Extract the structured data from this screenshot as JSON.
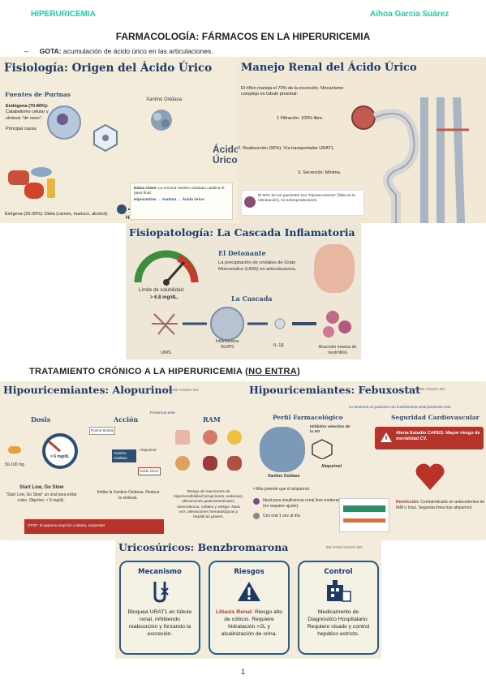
{
  "header": {
    "left": "HIPERURICEMIA",
    "right": "Aihoa Garcia Suárez"
  },
  "title": "FARMACOLOGÍA: FÁRMACOS EN LA HIPERURICEMIA",
  "gota": {
    "dash": "–",
    "term": "GOTA:",
    "text": "acumulación de ácido úrico en las articulaciones."
  },
  "fisiologia": {
    "title": "Fisiología: Origen del Ácido Úrico",
    "fuentes": "Fuentes de Purinas",
    "endogena_label": "Endógena (70-80%):",
    "endogena_text": "Catabolismo celular y síntesis \"de novo\".",
    "principal": "Principal causa.",
    "exogena": "Exógena (20-30%): Dieta (carnes, marisco, alcohol).",
    "xo_label": "Xantino Oxidasa",
    "hipoxantina": "Hipoxantina",
    "xantina": "Xantina",
    "acido": "Ácido Úrico",
    "diana_title": "Diana Clave:",
    "diana_text": "La enzima Xantino Oxidasa cataliza el paso final:",
    "diana_chain": "Hipoxantina → Xantina → Ácido Úrico"
  },
  "renal": {
    "title": "Manejo Renal del Ácido Úrico",
    "intro": "El riñón maneja el 70% de la excreción. Mecanismo complejo en túbulo proximal:",
    "step1": "1 Filtración: 100% libre.",
    "step2": "2. Reabsorción (90%): Vía transportador URAT1.",
    "step3": "3. Secreción: Mínima.",
    "note": "El 90% de los pacientes son \"hiposecretores\" (fallo en la eliminación), no sobreproductores."
  },
  "fisiopato": {
    "title": "Fisiopatología: La Cascada Inflamatoria",
    "detonante": "El Detonante",
    "detonante_text": "La precipitación de cristales de Urato Monosódico (UMS) en articulaciones.",
    "limite": "Límite de solubilidad:",
    "limite_val": "> 6.8 mg/dL.",
    "cascada": "La Cascada",
    "ums": "UMS",
    "inflam": "Inflamasoma NLRP3",
    "il": "IL-1β",
    "atraccion": "Atracción masiva de neutrófilos"
  },
  "section": {
    "prefix": "TRATAMIENTO CRÓNICO A LA HIPERURICEMIA (",
    "underlined": "NO ENTRA",
    "suffix": ")"
  },
  "alopurinol": {
    "title": "Hipouricemiantes: Alopurinol",
    "fase": "EN FASE AGUDA NO",
    "dosis": "Dosis",
    "accion": "Acción",
    "ram": "RAM",
    "dose_range": "50-100 mg",
    "target": "< 6 mg/dL",
    "start": "Start Low, Go Slow",
    "start_text": "\"Start Low, Go Slow\" un oral para evitar crisis. Objetivo: < 6 mg/dL.",
    "purino": "Purino-sínteis",
    "xantino": "Xantino Oxidasa",
    "alopurinol_lbl": "Alopurinol",
    "acido_lbl": "Ácido Úrico",
    "accion_text": "Inhibe la Xantino Oxidasa. Reduce la síntesis.",
    "ram_text": "Riesgo de reacciones de hipersensibilidad (erupciones cutáneas), alteraciones gastrointestinales, somnolencia, cefalea y vértigo. Rara vez, alteraciones hematológicas y hepáticas graves.",
    "warning": "STOP: Si aparece erupción cutánea, suspender.",
    "ponemos": "Ponemos este"
  },
  "febuxostat": {
    "title": "Hipouricemiantes: Febuxostat",
    "fase": "EN FASE AGUDA NO",
    "note": "Lo tenemos un paciente con insuficiencia renal ponemos este",
    "perfil": "Perfil Farmacológico",
    "seguridad": "Seguridad Cardiovascular",
    "inhibidor": "Inhibidor selectivo de la XO",
    "xantino": "Xantino Oxidasa",
    "alopurinol": "Alopurinol",
    "b1": "Más potente que el alopurinol.",
    "b2": "Ideal para insuficiencia renal leve-moderada (no requiere ajuste).",
    "b3": "Uso oral 1 vez al día.",
    "alerta": "Alerta Estudio CARES: Mayor riesgo de mortalidad CV.",
    "restr_label": "Restricción:",
    "restr_text": "Contraindicado en antecedentes de IAM o Ictus. Segunda línea tras alopurinol."
  },
  "benz": {
    "title": "Uricosúricos: Benzbromarona",
    "fase": "EN FASE AGUDA NO",
    "m_title": "Mecanismo",
    "m_text": "Bloquea URAT1 en túbulo renal, inhibiendo reabsorción y forzando la excreción.",
    "r_title": "Riesgos",
    "r_bold": "Litiasis Renal:",
    "r_text": "Riesgo alto de cólicos. Requiere hidratación >2L y alcalinización de orina.",
    "c_title": "Control",
    "c_text": "Medicamento de Diagnóstico Hospitalario. Requiere visado y control hepático estricto."
  },
  "page": "1"
}
